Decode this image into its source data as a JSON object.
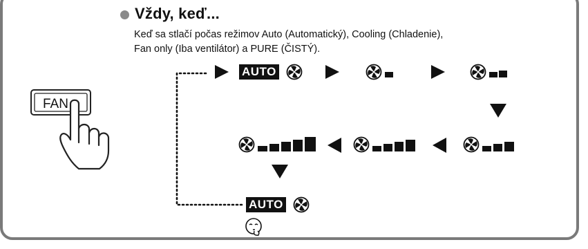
{
  "heading": "Vždy, keď...",
  "description": [
    "Keď sa stlačí počas režimov Auto (Automatický), Cooling (Chladenie),",
    "Fan only (Iba ventilátor) a PURE (ČISTÝ)."
  ],
  "button_label": "FAN",
  "auto_label": "AUTO",
  "sequence": [
    {
      "step": "auto",
      "bars": 0
    },
    {
      "step": "speed",
      "bars": 1
    },
    {
      "step": "speed",
      "bars": 2
    },
    {
      "step": "speed",
      "bars": 3
    },
    {
      "step": "speed",
      "bars": 4
    },
    {
      "step": "speed",
      "bars": 5
    },
    {
      "step": "auto-quiet",
      "bars": 0
    }
  ],
  "colors": {
    "border": "#7a7a7a",
    "bullet": "#8a8a8a",
    "ink": "#111111",
    "dots": "#111111"
  },
  "icons": [
    "hand-pointer-icon",
    "fan-icon",
    "arrow-right-icon",
    "arrow-down-icon",
    "arrow-left-icon",
    "quiet-face-icon"
  ]
}
